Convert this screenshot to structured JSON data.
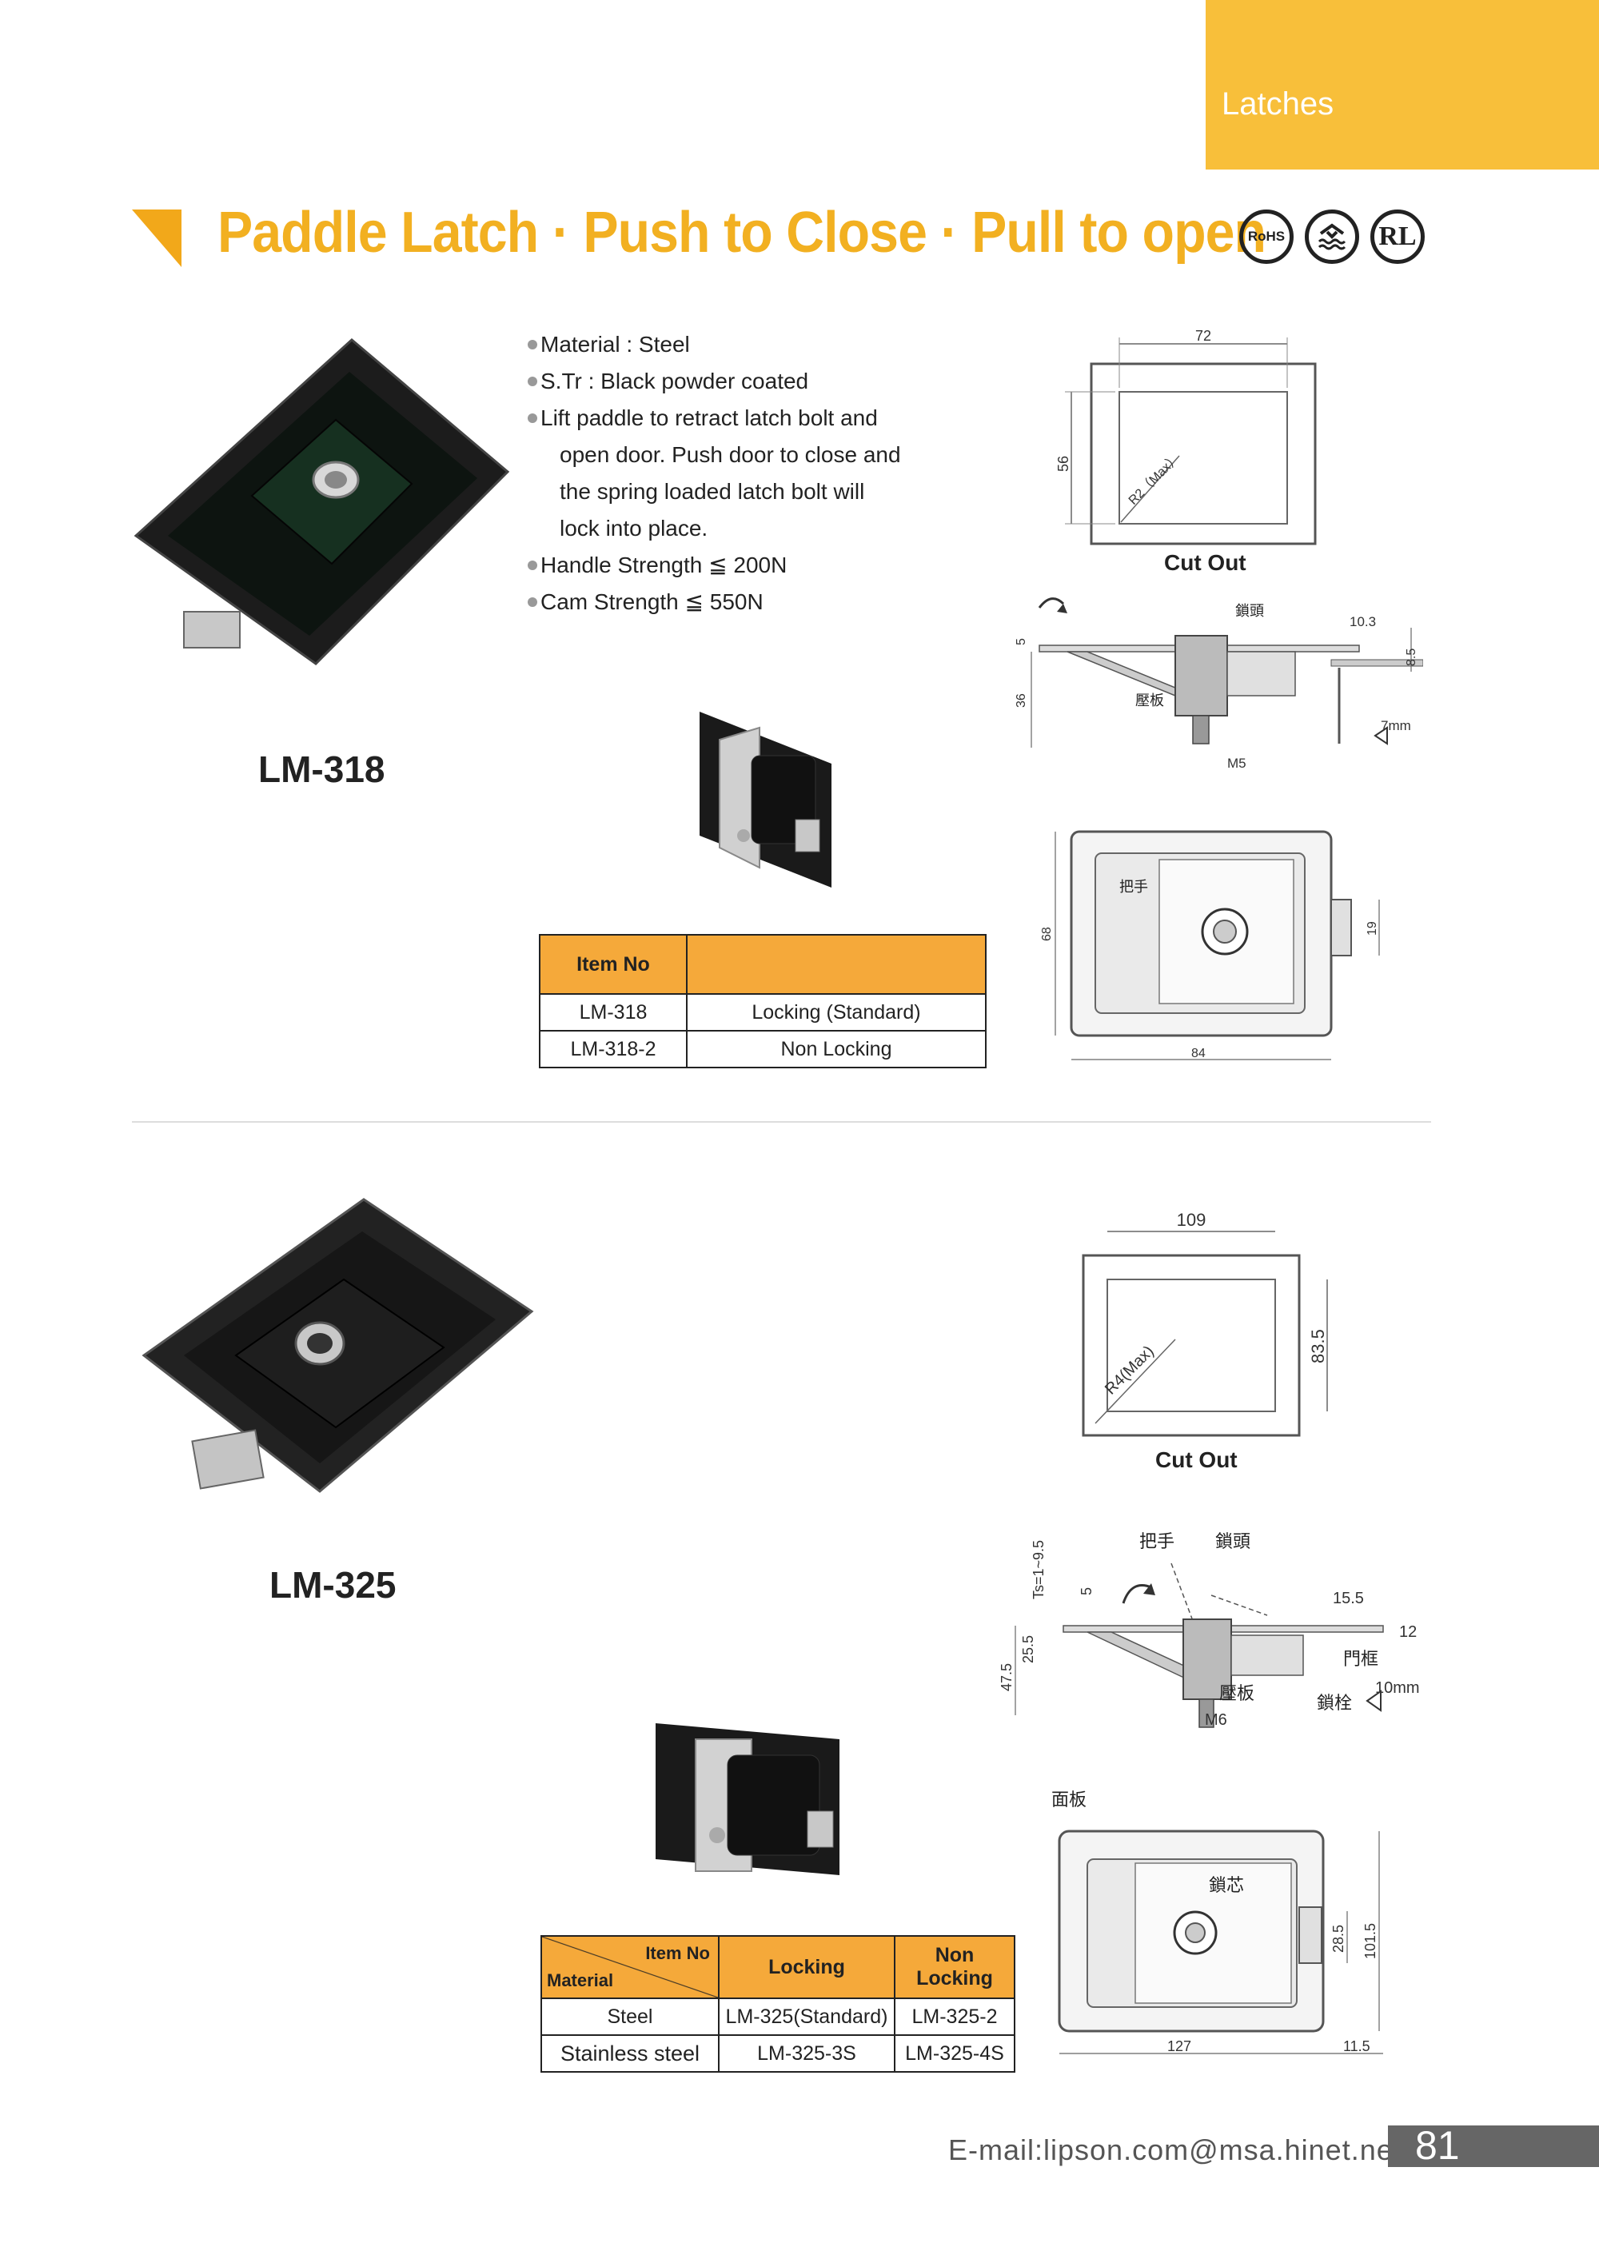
{
  "header": {
    "tab_label": "Latches",
    "title": "Paddle Latch · Push to Close · Pull to open",
    "certifications": [
      "RoHS",
      "RL"
    ]
  },
  "product1": {
    "model": "LM-318",
    "specs": [
      "Material : Steel",
      "S.Tr : Black powder coated",
      "Lift paddle to retract latch bolt and",
      "open door. Push door to close and",
      "the spring loaded latch bolt will",
      "lock into place.",
      "Handle Strength ≦ 200N",
      "Cam Strength ≦ 550N"
    ],
    "table": {
      "header": [
        "Item No",
        ""
      ],
      "rows": [
        [
          "LM-318",
          "Locking (Standard)"
        ],
        [
          "LM-318-2",
          "Non Locking"
        ]
      ]
    },
    "cutout": {
      "label": "Cut Out",
      "width": "72",
      "height": "56",
      "radius": "R2（Max）"
    },
    "side_view": {
      "lock": "鎖頭",
      "plate": "壓板",
      "d_5": "5",
      "d_36": "36",
      "d_10_3": "10.3",
      "d_8_5": "8.5",
      "d_7mm": "7mm",
      "d_m5": "M5"
    },
    "front_view": {
      "handle": "把手",
      "d_68": "68",
      "d_84": "84",
      "d_19": "19"
    }
  },
  "product2": {
    "model": "LM-325",
    "table": {
      "diag_item": "Item No",
      "diag_material": "Material",
      "columns": [
        "Locking",
        "Non Locking"
      ],
      "rows": [
        [
          "Steel",
          "LM-325(Standard)",
          "LM-325-2"
        ],
        [
          "Stainless steel",
          "LM-325-3S",
          "LM-325-4S"
        ]
      ]
    },
    "cutout": {
      "label": "Cut Out",
      "width": "109",
      "height": "83.5",
      "radius": "R4(Max)"
    },
    "side_view": {
      "handle": "把手",
      "lock": "鎖頭",
      "ts": "Ts=1~9.5",
      "d_5": "5",
      "d_15_5": "15.5",
      "d_12": "12",
      "d_25_5": "25.5",
      "d_47_5": "47.5",
      "door_frame": "門框",
      "plate": "壓板",
      "bolt": "鎖栓",
      "d_10mm": "10mm",
      "d_m6": "M6"
    },
    "front_view": {
      "panel": "面板",
      "core": "鎖芯",
      "d_28_5": "28.5",
      "d_101_5": "101.5",
      "d_127": "127",
      "d_11_5": "11.5"
    }
  },
  "footer": {
    "email": "E-mail:lipson.com@msa.hinet.net",
    "page": "81"
  }
}
